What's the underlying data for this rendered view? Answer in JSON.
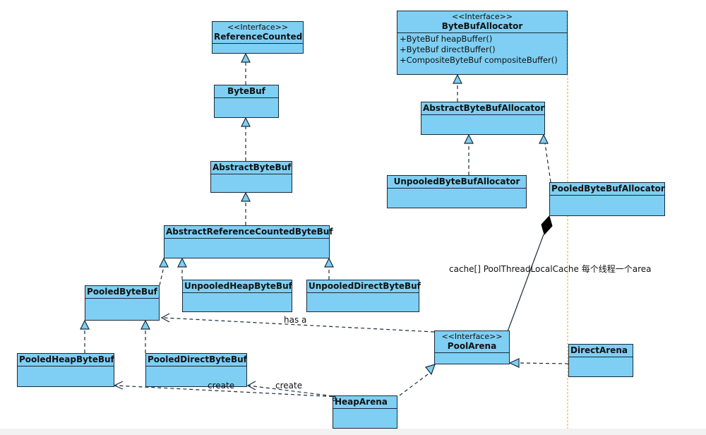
{
  "classes": {
    "reference_counted": {
      "stereotype": "<<Interface>>",
      "name": "ReferenceCounted"
    },
    "bytebuf": {
      "name": "ByteBuf"
    },
    "abstract_bytebuf": {
      "name": "AbstractByteBuf"
    },
    "abstract_ref_counted_bytebuf": {
      "name": "AbstractReferenceCountedByteBuf"
    },
    "pooled_bytebuf": {
      "name": "PooledByteBuf"
    },
    "unpooled_heap_bytebuf": {
      "name": "UnpooledHeapByteBuf"
    },
    "unpooled_direct_bytebuf": {
      "name": "UnpooledDirectByteBuf"
    },
    "pooled_heap_bytebuf": {
      "name": "PooledHeapByteBuf"
    },
    "pooled_direct_bytebuf": {
      "name": "PooledDirectByteBuf"
    },
    "bytebuf_allocator": {
      "stereotype": "<<Interface>>",
      "name": "ByteBufAllocator",
      "operations": [
        "+ByteBuf heapBuffer()",
        "+ByteBuf directBuffer()",
        "+CompositeByteBuf compositeBuffer()"
      ]
    },
    "abstract_bytebuf_allocator": {
      "name": "AbstractByteBufAllocator"
    },
    "unpooled_bytebuf_allocator": {
      "name": "UnpooledByteBufAllocator"
    },
    "pooled_bytebuf_allocator": {
      "name": "PooledByteBufAllocator"
    },
    "pool_arena": {
      "stereotype": "<<Interface>>",
      "name": "PoolArena"
    },
    "direct_arena": {
      "name": "DirectArena"
    },
    "heap_arena": {
      "name": "HeapArena"
    }
  },
  "labels": {
    "cache": "cache[] PoolThreadLocalCache 每个线程一个area",
    "has_a": "has a",
    "create1": "create",
    "create2": "create",
    "a": "a"
  },
  "colors": {
    "class_fill": "#7ecff3",
    "border": "#1a2a3a",
    "guide_line": "#f5a623"
  }
}
